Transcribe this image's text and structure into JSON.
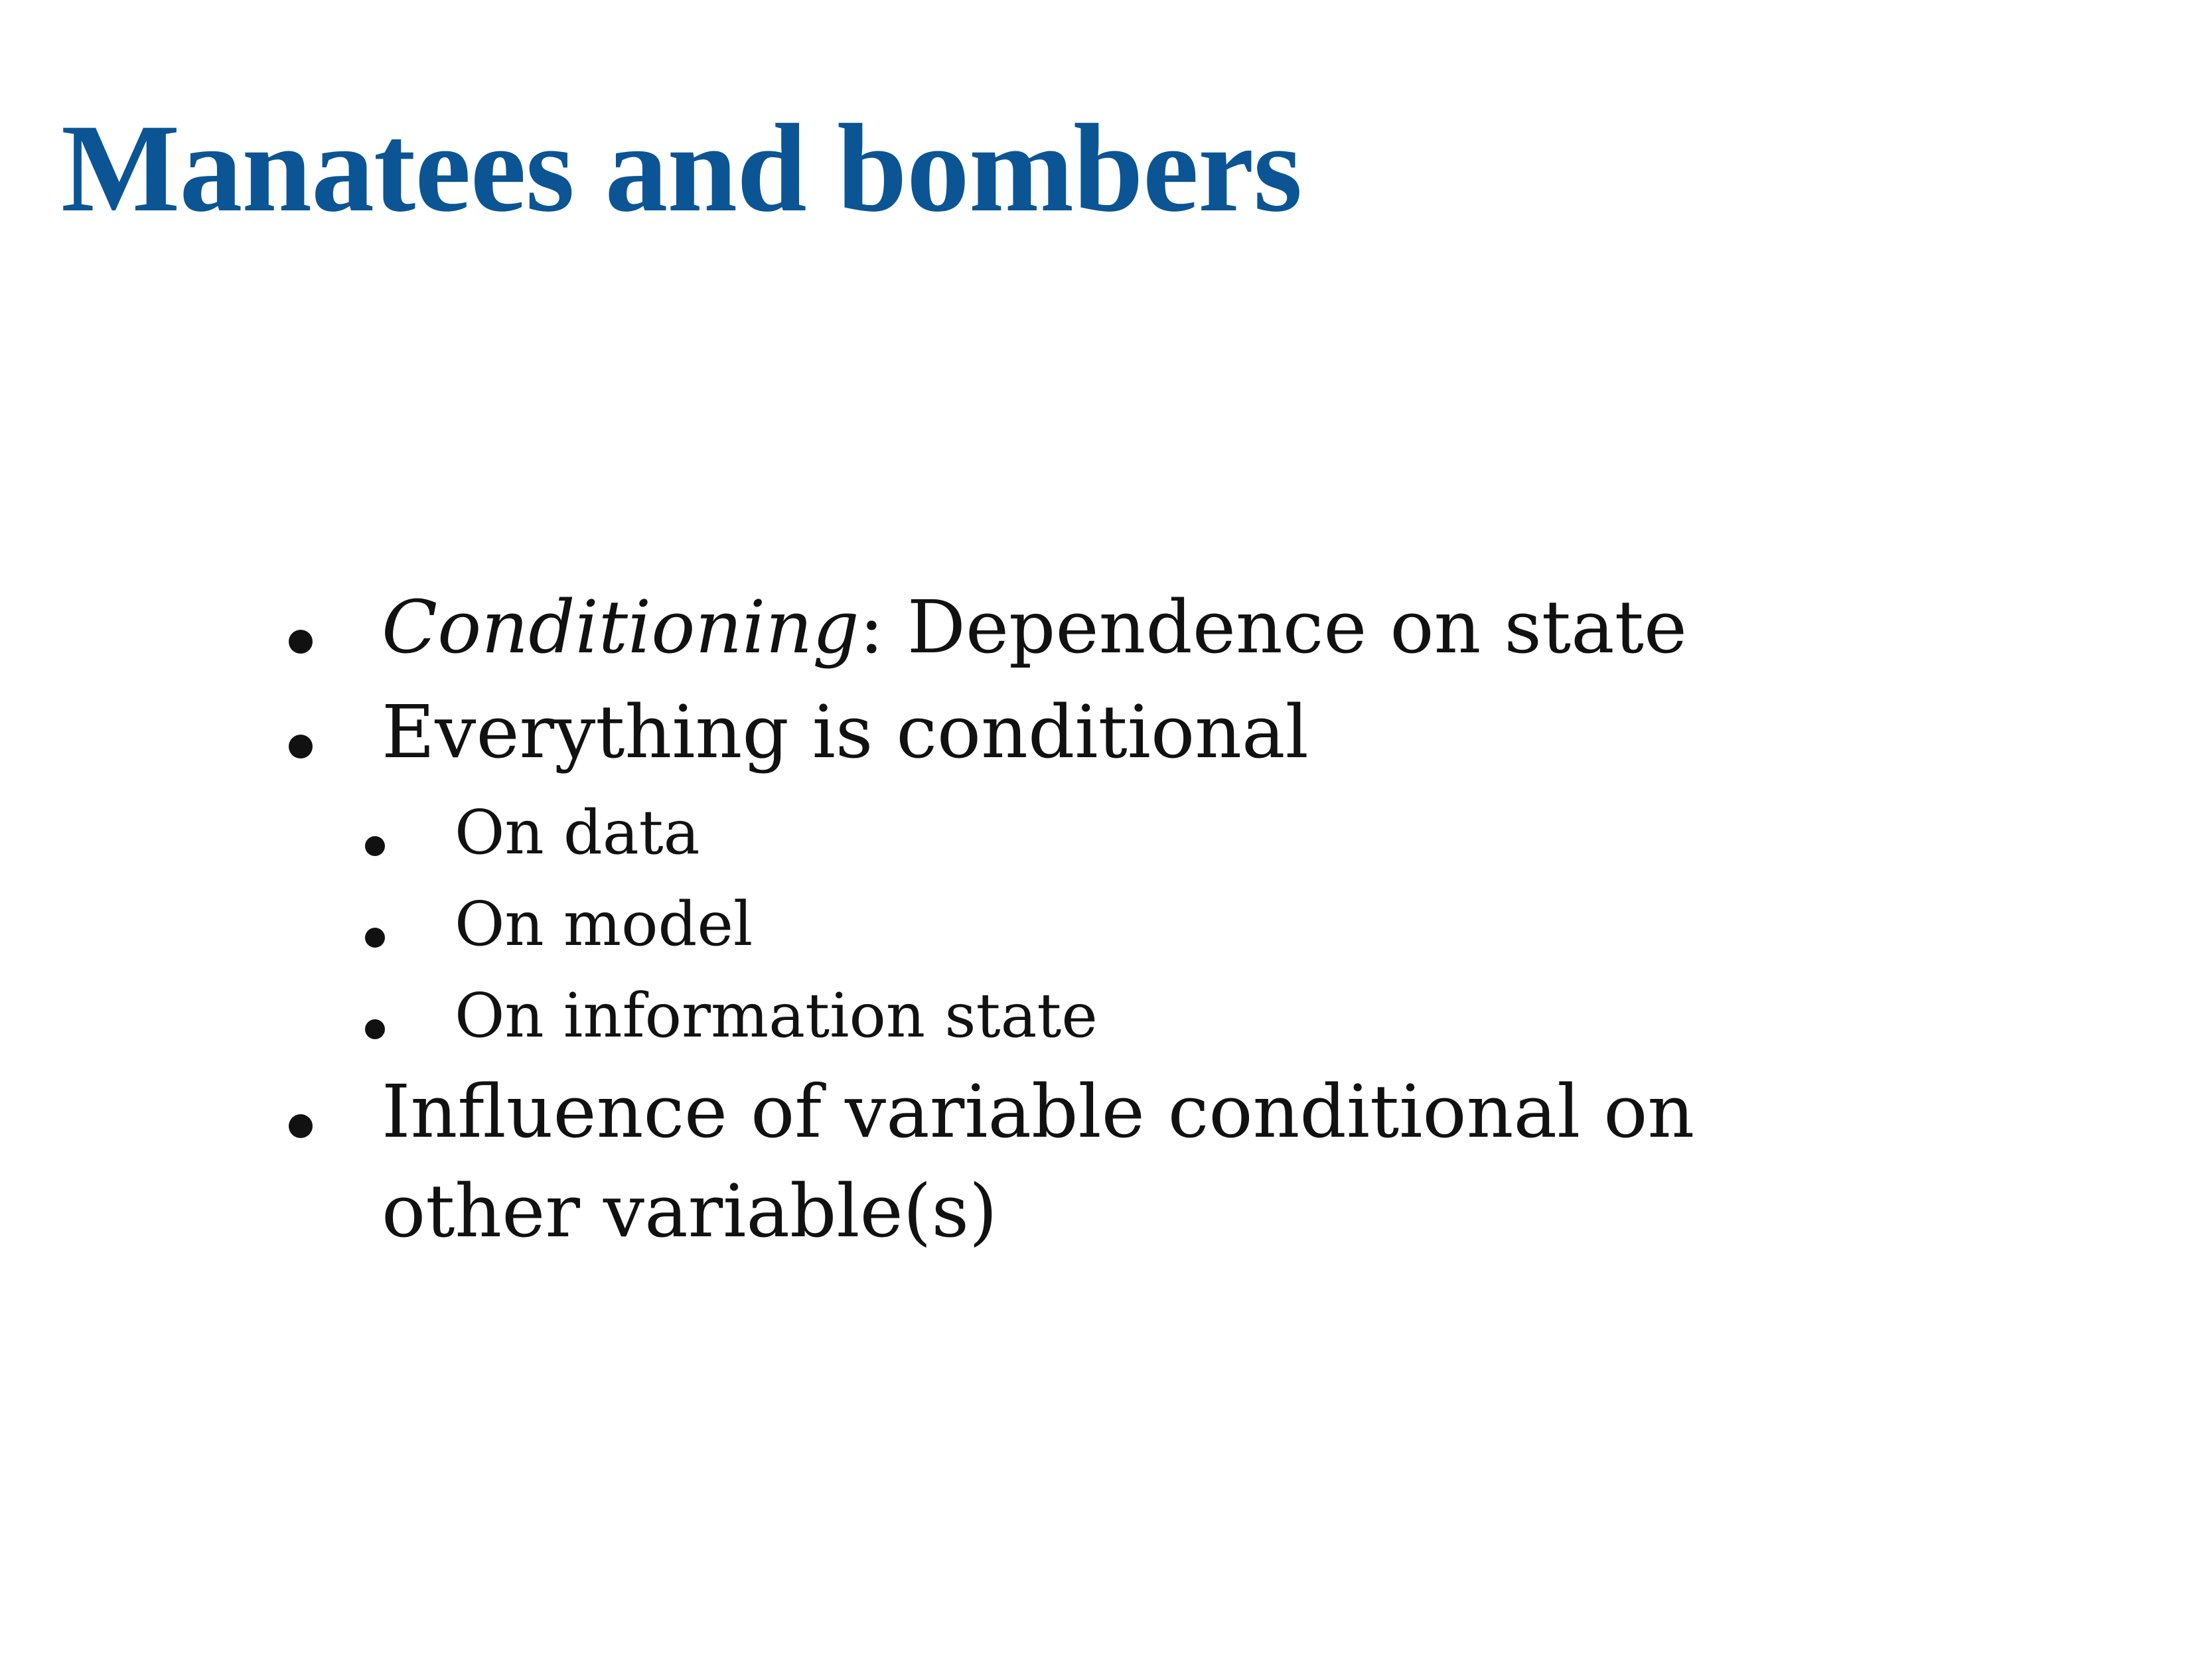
{
  "slide": {
    "title": "Manatees and bombers",
    "bullets": [
      {
        "emphasis": "Conditioning",
        "text": ": Dependence on state"
      },
      {
        "text": "Everything is conditional",
        "subitems": [
          "On data",
          "On model",
          "On information state"
        ]
      },
      {
        "text": "Influence of variable conditional on other variable(s)"
      }
    ]
  }
}
